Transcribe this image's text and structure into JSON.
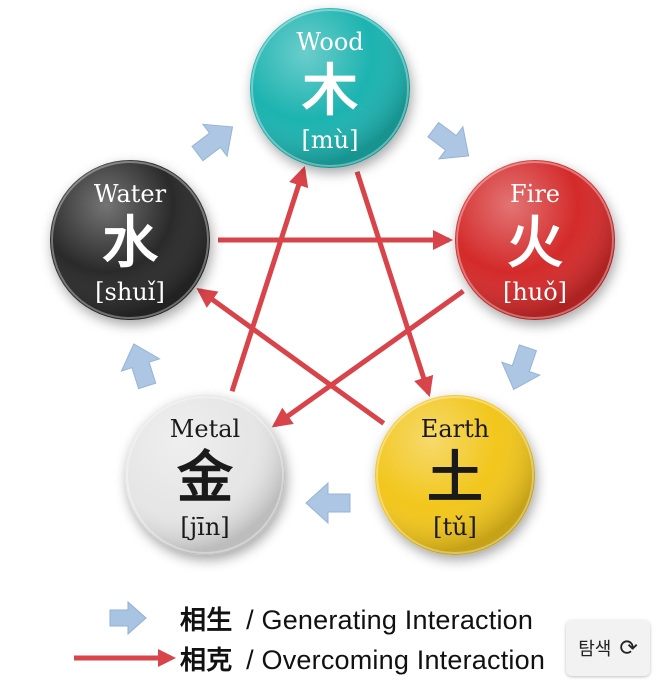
{
  "elements": [
    {
      "key": "wood",
      "english": "Wood",
      "chinese": "木",
      "pinyin": "[mù]",
      "color": "#1fb3b0",
      "text_color": "#ffffff"
    },
    {
      "key": "fire",
      "english": "Fire",
      "chinese": "火",
      "pinyin": "[huǒ]",
      "color": "#d42a2a",
      "text_color": "#ffffff"
    },
    {
      "key": "earth",
      "english": "Earth",
      "chinese": "土",
      "pinyin": "[tǔ]",
      "color": "#f2c61a",
      "text_color": "#1a1a1a"
    },
    {
      "key": "metal",
      "english": "Metal",
      "chinese": "金",
      "pinyin": "[jīn]",
      "color": "#e6e6e6",
      "text_color": "#1a1a1a"
    },
    {
      "key": "water",
      "english": "Water",
      "chinese": "水",
      "pinyin": "[shuǐ]",
      "color": "#2b2b2b",
      "text_color": "#ffffff"
    }
  ],
  "generating_cycle": [
    "wood",
    "fire",
    "earth",
    "metal",
    "water"
  ],
  "overcoming_cycle": [
    "wood",
    "earth",
    "water",
    "fire",
    "metal"
  ],
  "legend": {
    "generating": {
      "chinese": "相生",
      "label": "/ Generating Interaction"
    },
    "overcoming": {
      "chinese": "相克",
      "label": "/ Overcoming Interaction"
    }
  },
  "colors": {
    "generating_arrow": "#a9c4e3",
    "overcoming_arrow": "#d9434a"
  },
  "overlay": {
    "label": "탐색",
    "icon": "refresh-icon"
  }
}
